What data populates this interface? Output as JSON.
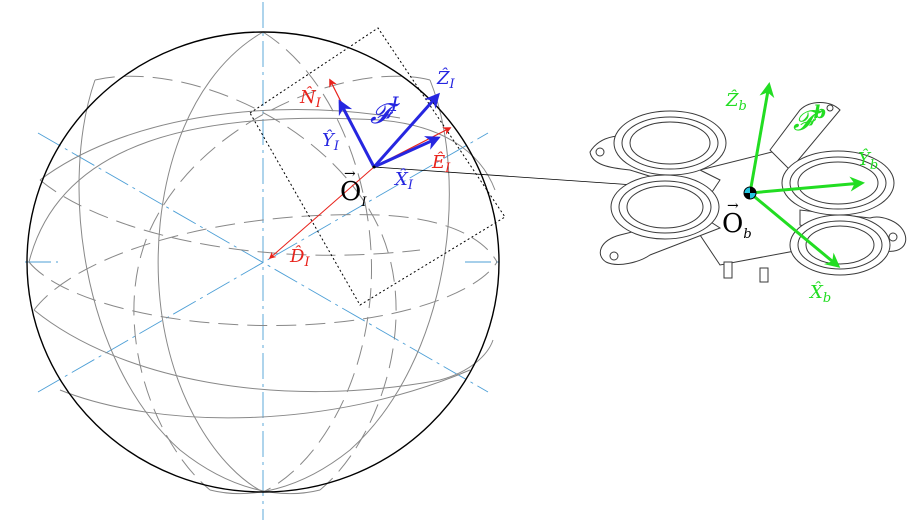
{
  "inertial_frame": {
    "frame_label": "𝓕",
    "frame_sup": "I",
    "origin_label": "O",
    "origin_sub": "I",
    "axes": {
      "N": {
        "label": "N̂",
        "sub": "I",
        "color": "#e8221b"
      },
      "E": {
        "label": "Ê",
        "sub": "I",
        "color": "#e8221b"
      },
      "D": {
        "label": "D̂",
        "sub": "I",
        "color": "#e8221b"
      },
      "X": {
        "label": "X̂",
        "sub": "I",
        "color": "#2626e0"
      },
      "Y": {
        "label": "Ŷ",
        "sub": "I",
        "color": "#2626e0"
      },
      "Z": {
        "label": "Ẑ",
        "sub": "I",
        "color": "#2626e0"
      }
    }
  },
  "body_frame": {
    "frame_label": "𝓕",
    "frame_sup": "b",
    "origin_label": "O",
    "origin_sub": "b",
    "axes": {
      "X": {
        "label": "X̂",
        "sub": "b",
        "color": "#22dd22"
      },
      "Y": {
        "label": "Ŷ",
        "sub": "b",
        "color": "#22dd22"
      },
      "Z": {
        "label": "Ẑ",
        "sub": "b",
        "color": "#22dd22"
      }
    }
  },
  "colors": {
    "ned": "#e8221b",
    "inertial": "#2626e0",
    "body": "#22dd22",
    "guides": "#4d9fd6",
    "sphere": "#000000",
    "origin_marker": "#22c7e0"
  }
}
